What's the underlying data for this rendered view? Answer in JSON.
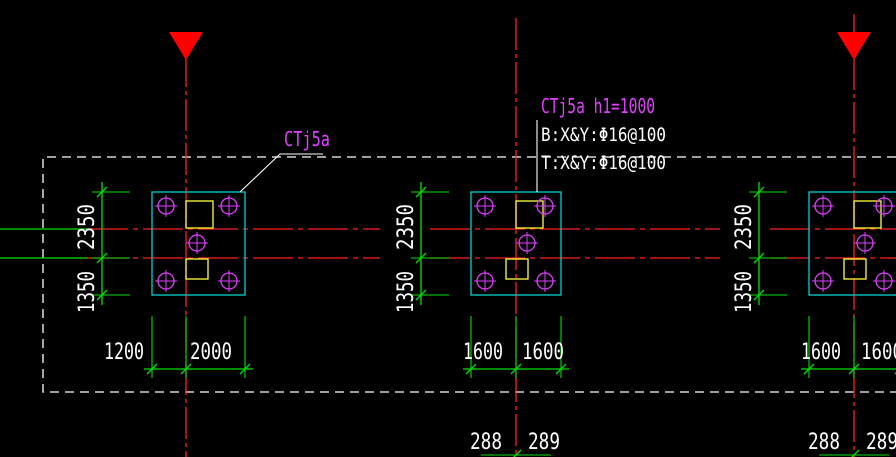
{
  "colors": {
    "background": "#000000",
    "axis": "#ff2020",
    "axis_marker": "#ff0000",
    "dimension": "#00e000",
    "dimension_text": "#ffffff",
    "cap_outline": "#00d0d0",
    "pile": "#e040ff",
    "column": "#ffff40",
    "boundary": "#ffffff",
    "label_magenta": "#e040ff",
    "label_white": "#ffffff"
  },
  "icons": {
    "axis_marker": "axis-marker-triangle-icon",
    "pile": "pile-circle-crosshair-icon"
  },
  "caps": [
    {
      "id": "left",
      "dims": {
        "vertical_top": "2350",
        "vertical_bottom": "1350",
        "horizontal_left": "1200",
        "horizontal_right": "2000"
      }
    },
    {
      "id": "middle",
      "dims": {
        "vertical_top": "2350",
        "vertical_bottom": "1350",
        "horizontal_left": "1600",
        "horizontal_right": "1600",
        "below_left": "288",
        "below_right": "289"
      }
    },
    {
      "id": "right",
      "dims": {
        "vertical_top": "2350",
        "vertical_bottom": "1350",
        "horizontal_left": "1600",
        "horizontal_right": "1600",
        "below_left": "288",
        "below_right": "289"
      }
    }
  ],
  "labels": {
    "left_cap_tag": "CTj5a",
    "middle_cap_title": "CTj5a h1=1000",
    "middle_cap_bottom_rebar": "B:X&Y:Φ16@100",
    "middle_cap_top_rebar": "T:X&Y:Φ16@100"
  }
}
